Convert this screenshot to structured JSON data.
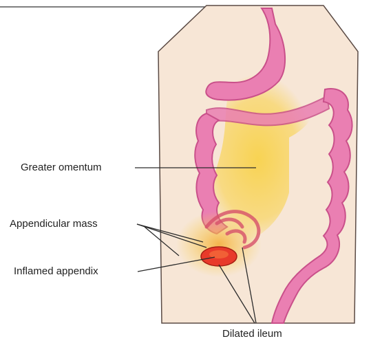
{
  "labels": {
    "greater_omentum": "Greater omentum",
    "appendicular_mass": "Appendicular mass",
    "inflamed_appendix": "Inflamed appendix",
    "dilated_ileum": "Dilated ileum"
  },
  "colors": {
    "skin_panel": "#f7e6d6",
    "panel_outline": "#5a4a44",
    "intestine": "#ea7fb2",
    "intestine_edge": "#c9508a",
    "omentum": "#f8d24c",
    "appendix": "#e83a2a",
    "leader_line": "#2b2b2b"
  }
}
